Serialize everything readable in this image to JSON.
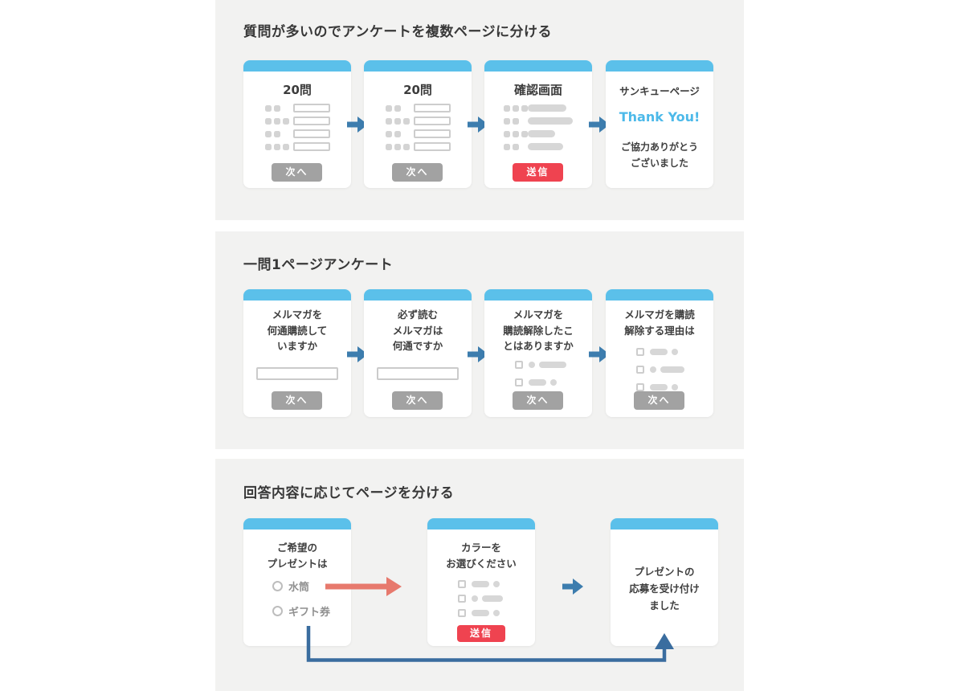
{
  "colors": {
    "section_background": "#f2f2f1",
    "card_header_blue": "#5bc0ea",
    "arrow_blue": "#3d7dae",
    "connector_blue": "#3a6d9f",
    "arrow_salmon": "#e7796d",
    "submit_red": "#ef4350",
    "button_gray": "#a2a2a2",
    "thank_you_blue": "#4cb9e9"
  },
  "s1": {
    "title": "質問が多いのでアンケートを複数ページに分ける",
    "card1": {
      "title": "20問",
      "button": "次へ",
      "rows": [
        [
          "dots2",
          "box"
        ],
        [
          "dots3",
          "box"
        ],
        [
          "dots2",
          "box"
        ],
        [
          "dots3",
          "box"
        ]
      ]
    },
    "card2": {
      "title": "20問",
      "button": "次へ",
      "rows": [
        [
          "dots2",
          "box"
        ],
        [
          "dots3",
          "box"
        ],
        [
          "dots2",
          "box"
        ],
        [
          "dots3",
          "box"
        ]
      ]
    },
    "card3": {
      "title": "確認画面",
      "button": "送信",
      "rows": [
        [
          "dots3",
          "bar48"
        ],
        [
          "dots2",
          "bar56"
        ],
        [
          "dots3",
          "bar34"
        ],
        [
          "dots2",
          "bar44"
        ]
      ]
    },
    "card4": {
      "title": "サンキューページ",
      "headline": "Thank You!",
      "message1": "ご協力ありがとう",
      "message2": "ございました"
    }
  },
  "s2": {
    "title": "一問1ページアンケート",
    "card1": {
      "line1": "メルマガを",
      "line2": "何通購読して",
      "line3": "いますか",
      "button": "次へ"
    },
    "card2": {
      "line1": "必ず読む",
      "line2": "メルマガは",
      "line3": "何通ですか",
      "button": "次へ"
    },
    "card3": {
      "line1": "メルマガを",
      "line2": "購読解除したこ",
      "line3": "とはありますか",
      "button": "次へ",
      "rows": [
        [
          "check",
          "dot",
          "pill34"
        ],
        [
          "check",
          "pill22",
          "dot"
        ]
      ]
    },
    "card4": {
      "line1": "メルマガを購読",
      "line2": "解除する理由は",
      "button": "次へ",
      "rows": [
        [
          "check",
          "pill22",
          "dot"
        ],
        [
          "check",
          "dot",
          "pill30"
        ],
        [
          "check",
          "pill22",
          "dot"
        ]
      ]
    }
  },
  "s3": {
    "title": "回答内容に応じてページを分ける",
    "card1": {
      "line1": "ご希望の",
      "line2": "プレゼントは",
      "option1": "水筒",
      "option2": "ギフト券"
    },
    "card2": {
      "line1": "カラーを",
      "line2": "お選びください",
      "button": "送信",
      "rows": [
        [
          "check",
          "pill22",
          "dot"
        ],
        [
          "check",
          "dot",
          "pill26"
        ],
        [
          "check",
          "pill22",
          "dot"
        ]
      ]
    },
    "card3": {
      "line1": "プレゼントの",
      "line2": "応募を受け付け",
      "line3": "ました"
    }
  }
}
